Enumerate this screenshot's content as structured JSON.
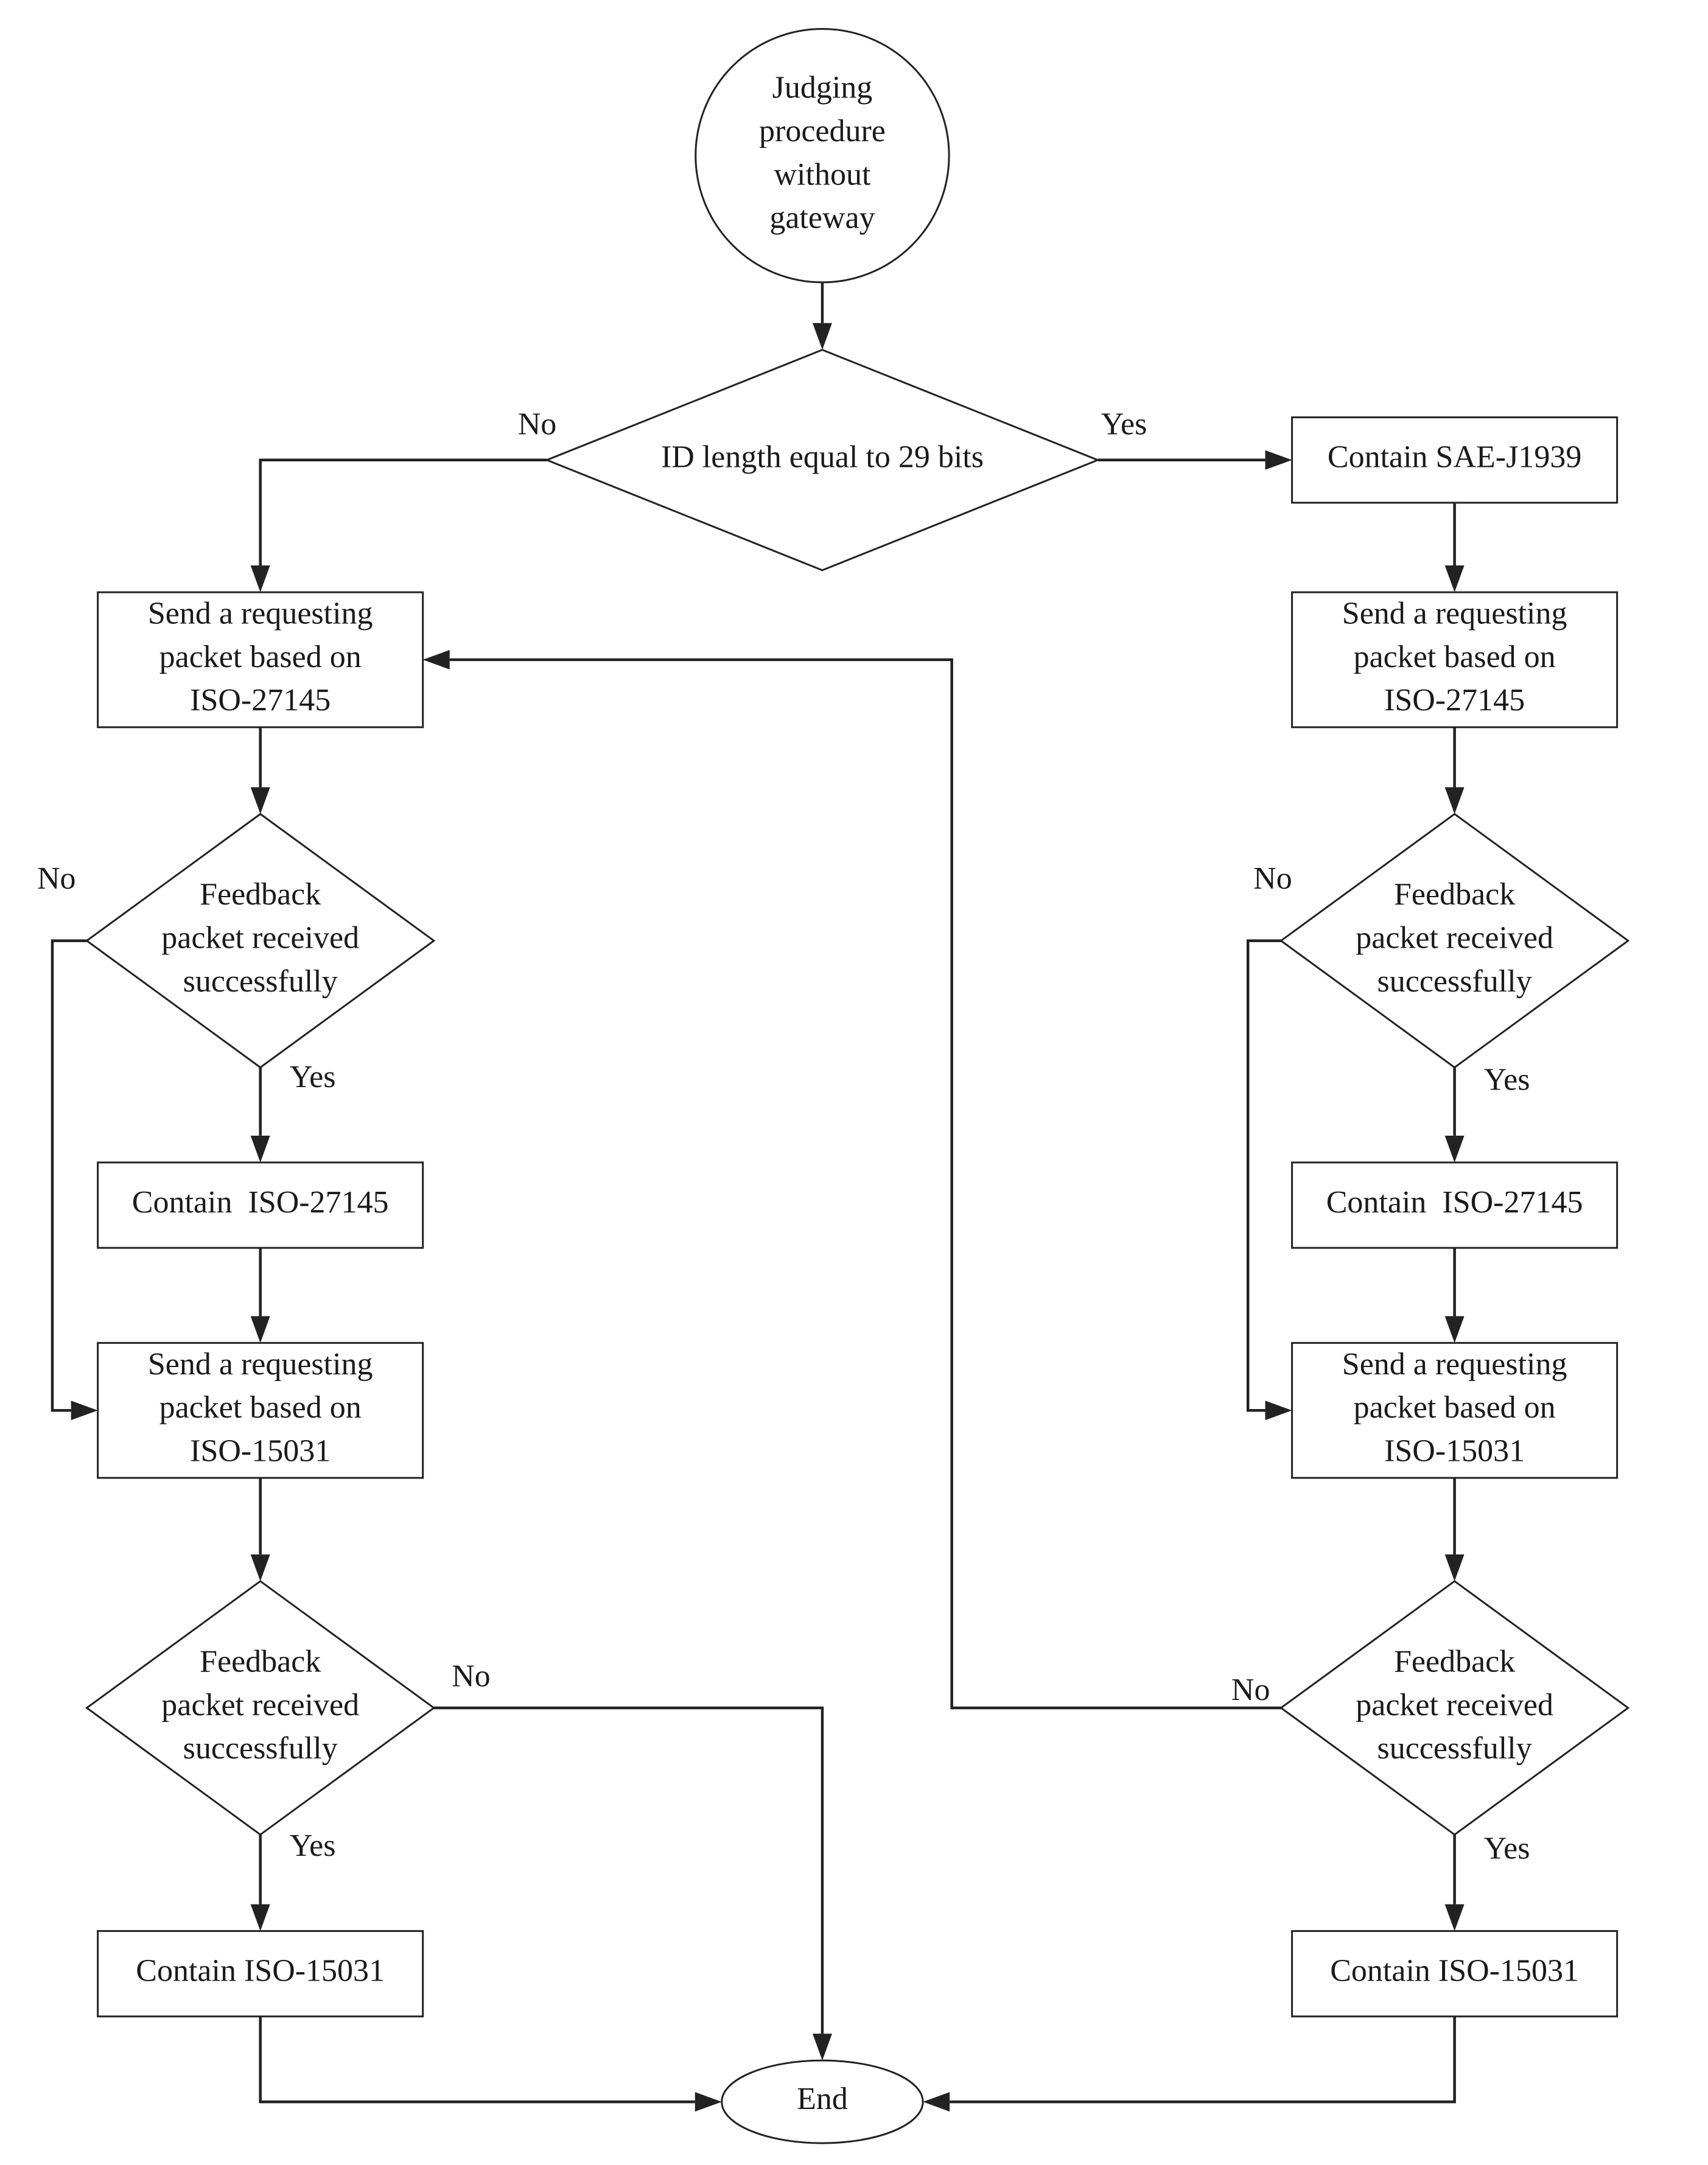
{
  "nodes": {
    "start": [
      "Judging",
      "procedure",
      "without",
      "gateway"
    ],
    "decision_id": [
      "ID length equal to 29 bits"
    ],
    "contain_j1939": [
      "Contain SAE-J1939"
    ],
    "left_send_27145": [
      "Send a requesting",
      "packet based on",
      "ISO-27145"
    ],
    "left_fb1": [
      "Feedback",
      "packet received",
      "successfully"
    ],
    "left_contain_27145": [
      "Contain  ISO-27145"
    ],
    "left_send_15031": [
      "Send a requesting",
      "packet based on",
      "ISO-15031"
    ],
    "left_fb2": [
      "Feedback",
      "packet received",
      "successfully"
    ],
    "left_contain_15031": [
      "Contain ISO-15031"
    ],
    "right_send_27145": [
      "Send a requesting",
      "packet based on",
      "ISO-27145"
    ],
    "right_fb1": [
      "Feedback",
      "packet received",
      "successfully"
    ],
    "right_contain_27145": [
      "Contain  ISO-27145"
    ],
    "right_send_15031": [
      "Send a requesting",
      "packet based on",
      "ISO-15031"
    ],
    "right_fb2": [
      "Feedback",
      "packet received",
      "successfully"
    ],
    "right_contain_15031": [
      "Contain ISO-15031"
    ],
    "end": [
      "End"
    ]
  },
  "edge_labels": {
    "id_no": "No",
    "id_yes": "Yes",
    "left_fb1_no": "No",
    "left_fb1_yes": "Yes",
    "left_fb2_no": "No",
    "left_fb2_yes": "Yes",
    "right_fb1_no": "No",
    "right_fb1_yes": "Yes",
    "right_fb2_no": "No",
    "right_fb2_yes": "Yes"
  }
}
